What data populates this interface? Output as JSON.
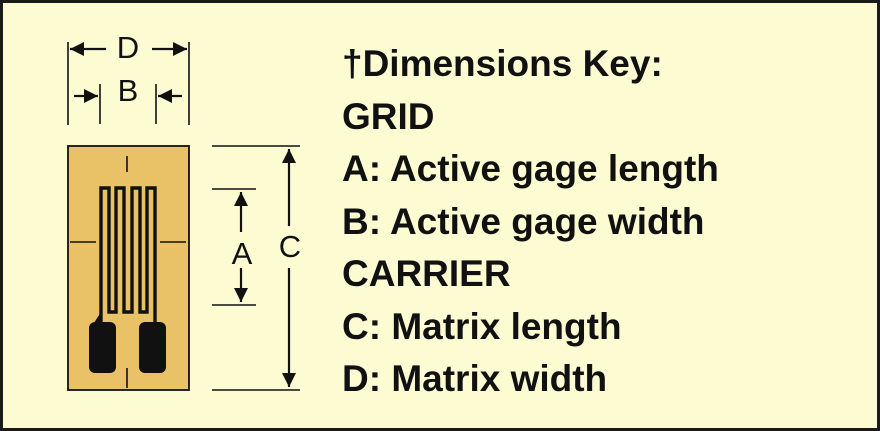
{
  "diagram": {
    "labels": {
      "d": "D",
      "b": "B",
      "a": "A",
      "c": "C"
    },
    "colors": {
      "carrier": "#e9c267",
      "background": "#fdfbd2",
      "ink": "#111111"
    }
  },
  "key": {
    "title": "†Dimensions Key:",
    "grid_heading": "GRID",
    "a": "A: Active gage length",
    "b": "B: Active gage width",
    "carrier_heading": "CARRIER",
    "c": "C: Matrix length",
    "d": "D: Matrix width"
  }
}
